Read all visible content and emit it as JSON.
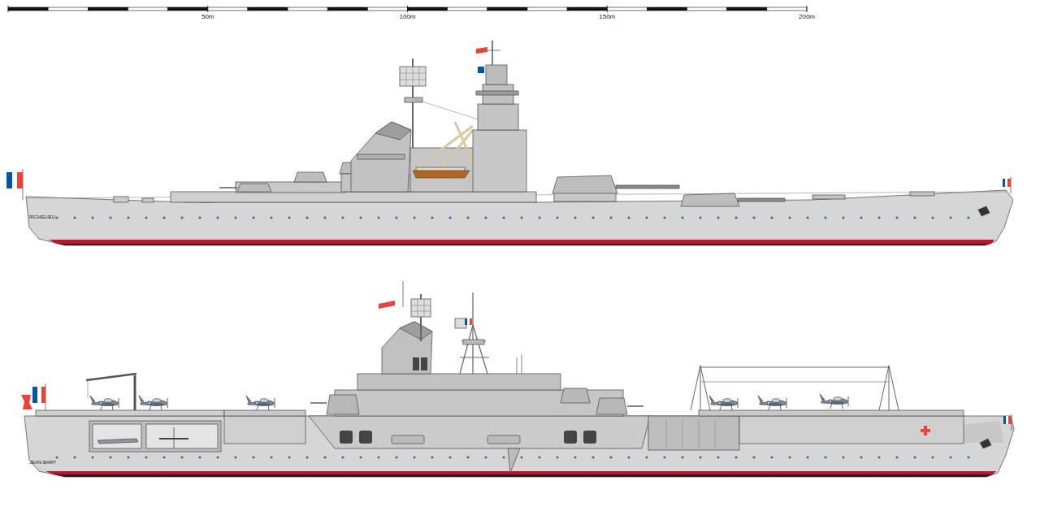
{
  "diagram": {
    "labels": [
      "50m",
      "100m",
      "150m",
      "200m",
      "RICHELIEU",
      "JEAN BART"
    ]
  }
}
